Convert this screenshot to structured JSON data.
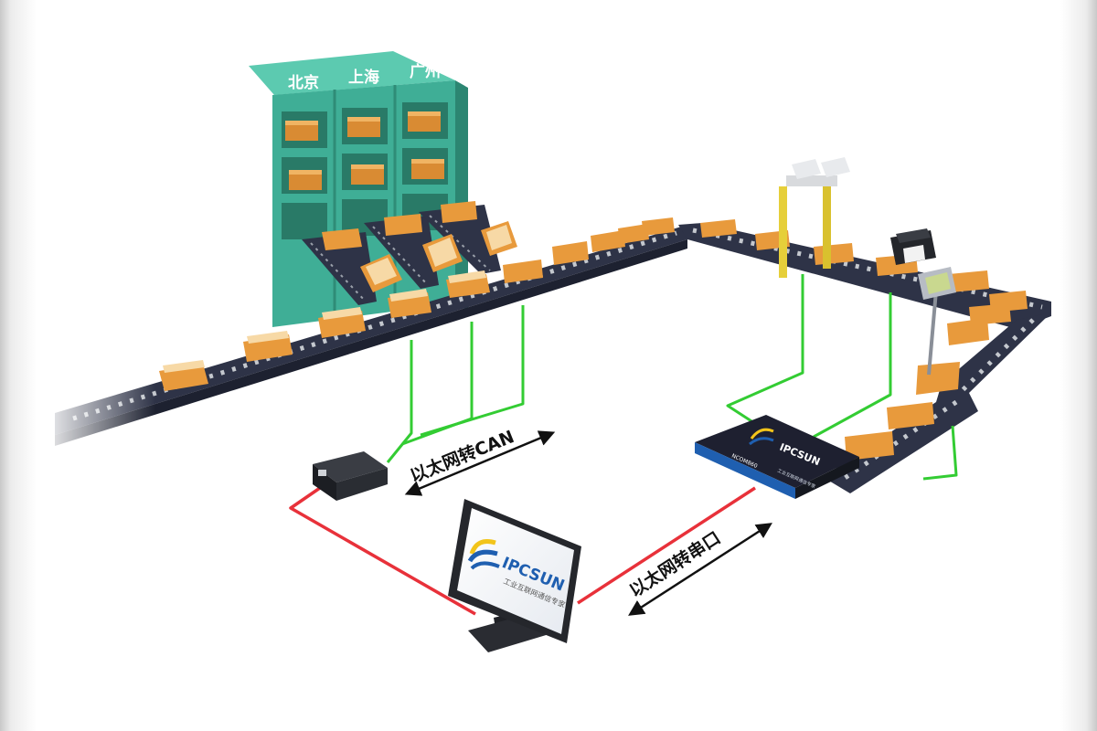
{
  "shelf": {
    "labels": [
      "北京",
      "上海",
      "广州"
    ],
    "color": "#3fae96"
  },
  "connections": {
    "can_label": "以太网转CAN",
    "serial_label": "以太网转串口",
    "can_wire_color": "#33cc33",
    "serial_wire_color": "#e8313a"
  },
  "monitor": {
    "logo_text": "IPCSUN",
    "tagline": "工业互联网通信专家"
  },
  "serial_server": {
    "logo_text": "IPCSUN",
    "model_text": "NCOM860",
    "tagline": "工业互联网通信专家"
  },
  "colors": {
    "conveyor": "#2e3347",
    "box": "#e89a3c",
    "brand_blue": "#1f5fb0",
    "brand_yellow": "#f2c41a"
  }
}
